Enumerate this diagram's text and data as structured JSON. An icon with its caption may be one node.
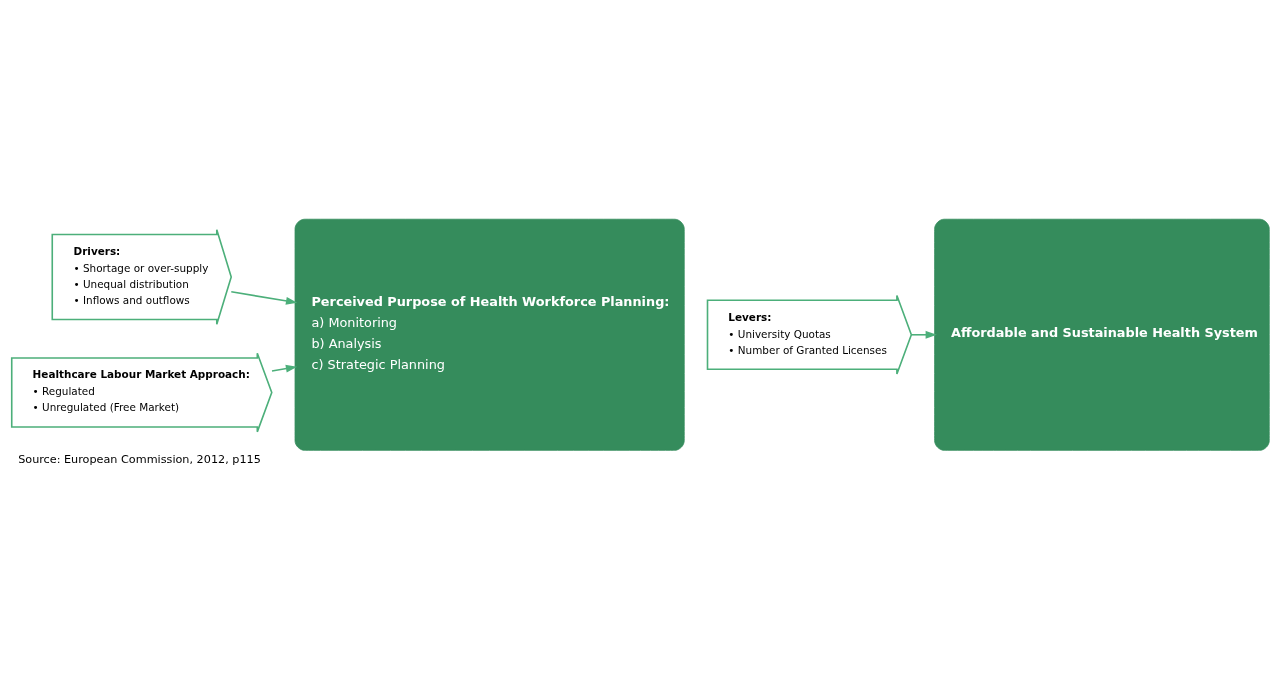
{
  "diagram": {
    "caption": "Source: European Commission, 2012, p115",
    "nodes": [
      {
        "text": [
          "Drivers:",
          "• Shortage or over-supply",
          "• Unequal distribution",
          "• Inflows and outflows"
        ]
      },
      {
        "text": [
          "Healthcare Labour Market Approach:",
          "• Regulated",
          "• Unregulated (Free Market)"
        ]
      },
      {
        "text": [
          "Perceived Purpose of Health Workforce Planning:",
          "a) Monitoring",
          "b) Analysis",
          "c) Strategic Planning"
        ]
      },
      {
        "text": [
          "Levers:",
          "• University Quotas",
          "• Number of Granted Licenses"
        ]
      },
      {
        "text": [
          "Affordable and Sustainable Health System"
        ]
      }
    ],
    "edges": [
      {
        "from": 0,
        "to": 2,
        "arrow": "to"
      },
      {
        "from": 1,
        "to": 2,
        "arrow": "to"
      },
      {
        "from": 3,
        "to": 4,
        "arrow": "to"
      }
    ]
  }
}
